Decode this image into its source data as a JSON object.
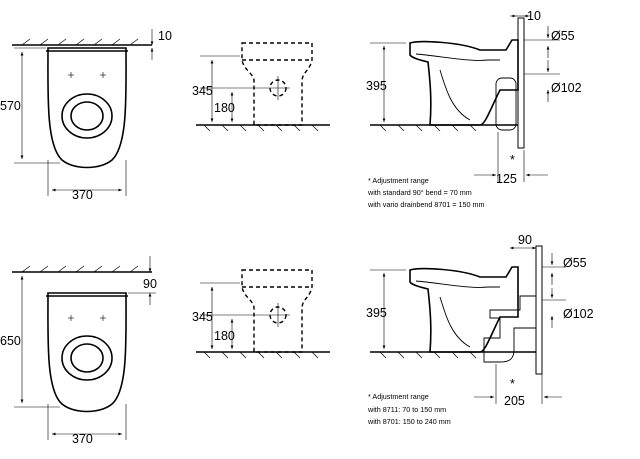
{
  "top": {
    "plan": {
      "dim_wall": "10",
      "dim_length": "570",
      "dim_width": "370"
    },
    "front": {
      "dim_height": "345",
      "dim_outlet": "180"
    },
    "side": {
      "dim_wall": "10",
      "dim_inlet": "Ø55",
      "dim_height": "395",
      "dim_drain": "Ø102",
      "dim_depth": "125",
      "asterisk": "*",
      "notes": [
        "* Adjustment range",
        "with standard 90° bend = 70 mm",
        "with vario drainbend 8701 = 150 mm"
      ]
    }
  },
  "bottom": {
    "plan": {
      "dim_wall": "90",
      "dim_length": "650",
      "dim_width": "370"
    },
    "front": {
      "dim_height": "345",
      "dim_outlet": "180"
    },
    "side": {
      "dim_wall": "90",
      "dim_inlet": "Ø55",
      "dim_height": "395",
      "dim_drain": "Ø102",
      "dim_depth": "205",
      "asterisk": "*",
      "notes": [
        "* Adjustment range",
        "with 8711: 70 to 150 mm",
        "with 8701: 150 to 240 mm"
      ]
    }
  }
}
